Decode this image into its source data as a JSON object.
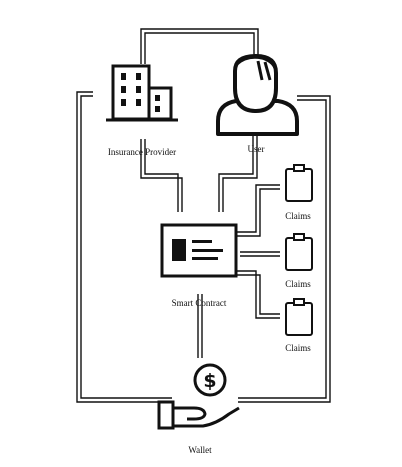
{
  "nodes": {
    "insurance_provider": {
      "label": "Insurance Provider",
      "icon": "office-building-icon"
    },
    "user": {
      "label": "User",
      "icon": "user-avatar-icon"
    },
    "smart_contract": {
      "label": "Smart Contract",
      "icon": "contract-document-icon"
    },
    "claims": [
      {
        "label": "Claims",
        "icon": "clipboard-icon"
      },
      {
        "label": "Claims",
        "icon": "clipboard-icon"
      },
      {
        "label": "Claims",
        "icon": "clipboard-icon"
      }
    ],
    "wallet": {
      "label": "Wallet",
      "icon": "hand-holding-dollar-icon"
    }
  },
  "colors": {
    "stroke": "#111111",
    "background": "#ffffff"
  }
}
